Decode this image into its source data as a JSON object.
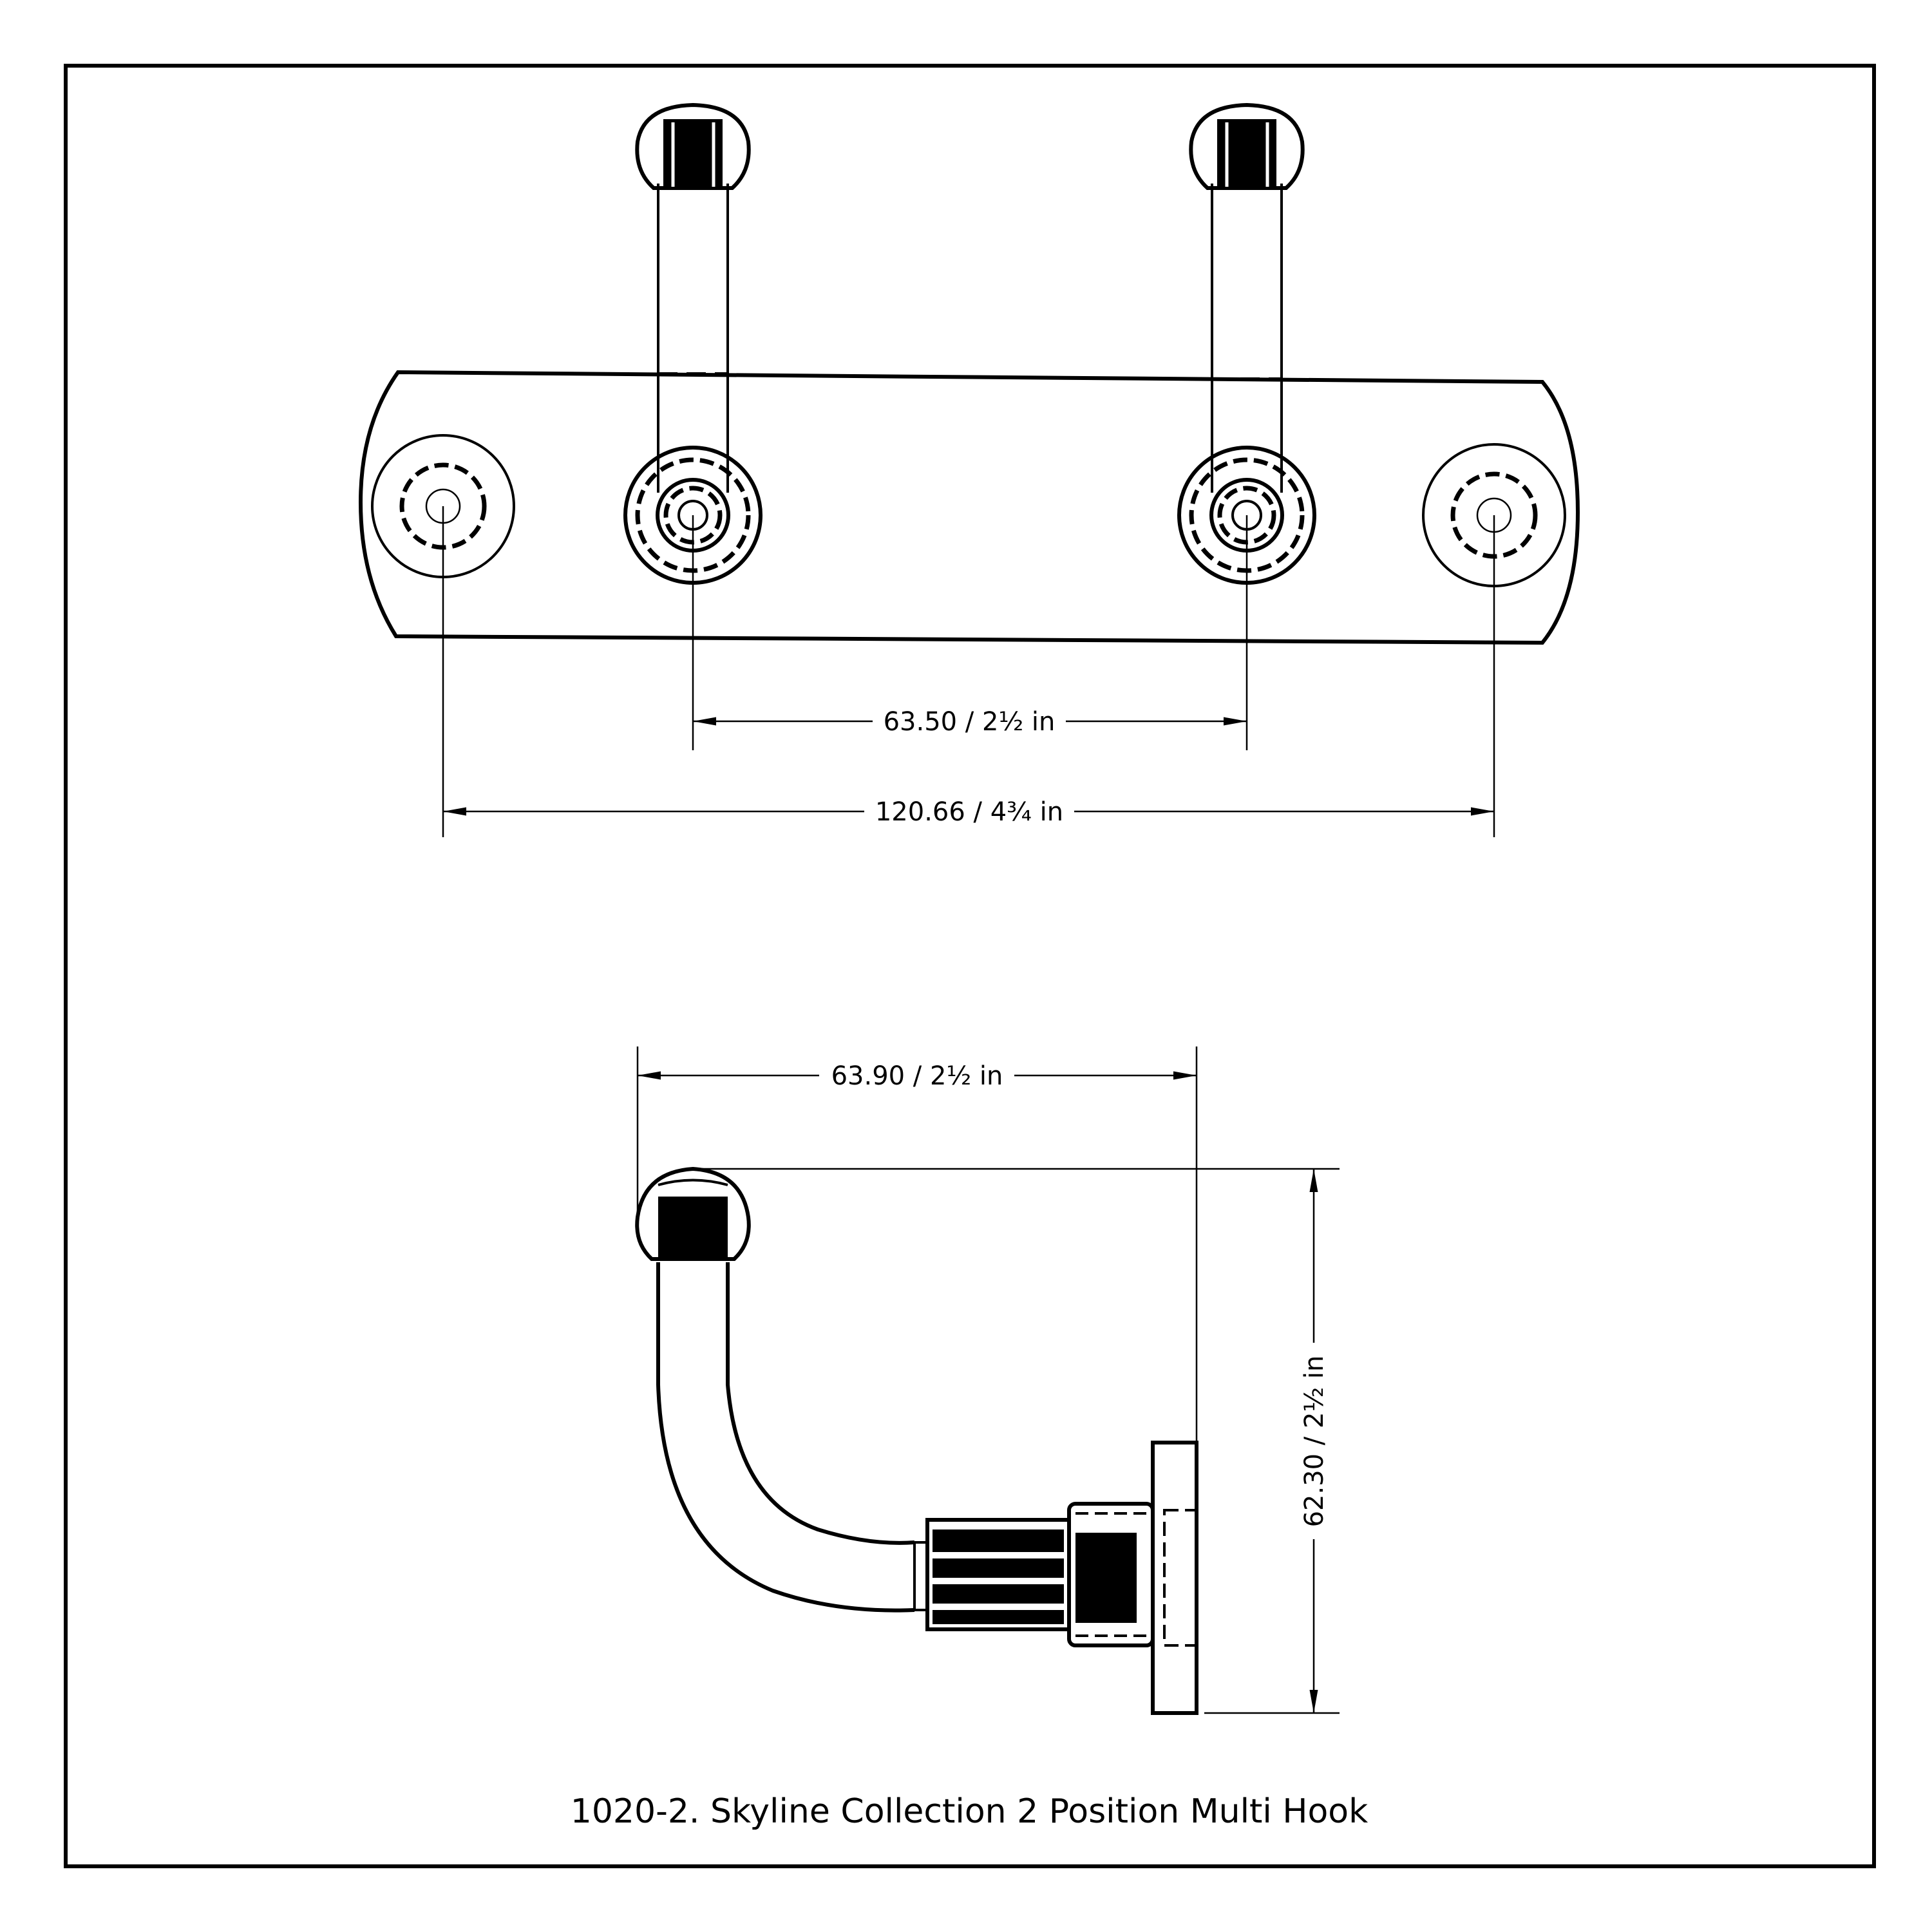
{
  "title": "1020-2. Skyline Collection 2 Position Multi Hook",
  "dimensions": {
    "hook_spacing": "63.50 / 2½ in",
    "mount_spacing": "120.66 / 4¾ in",
    "projection": "63.90 / 2½ in",
    "height": "62.30 / 2½ in"
  }
}
